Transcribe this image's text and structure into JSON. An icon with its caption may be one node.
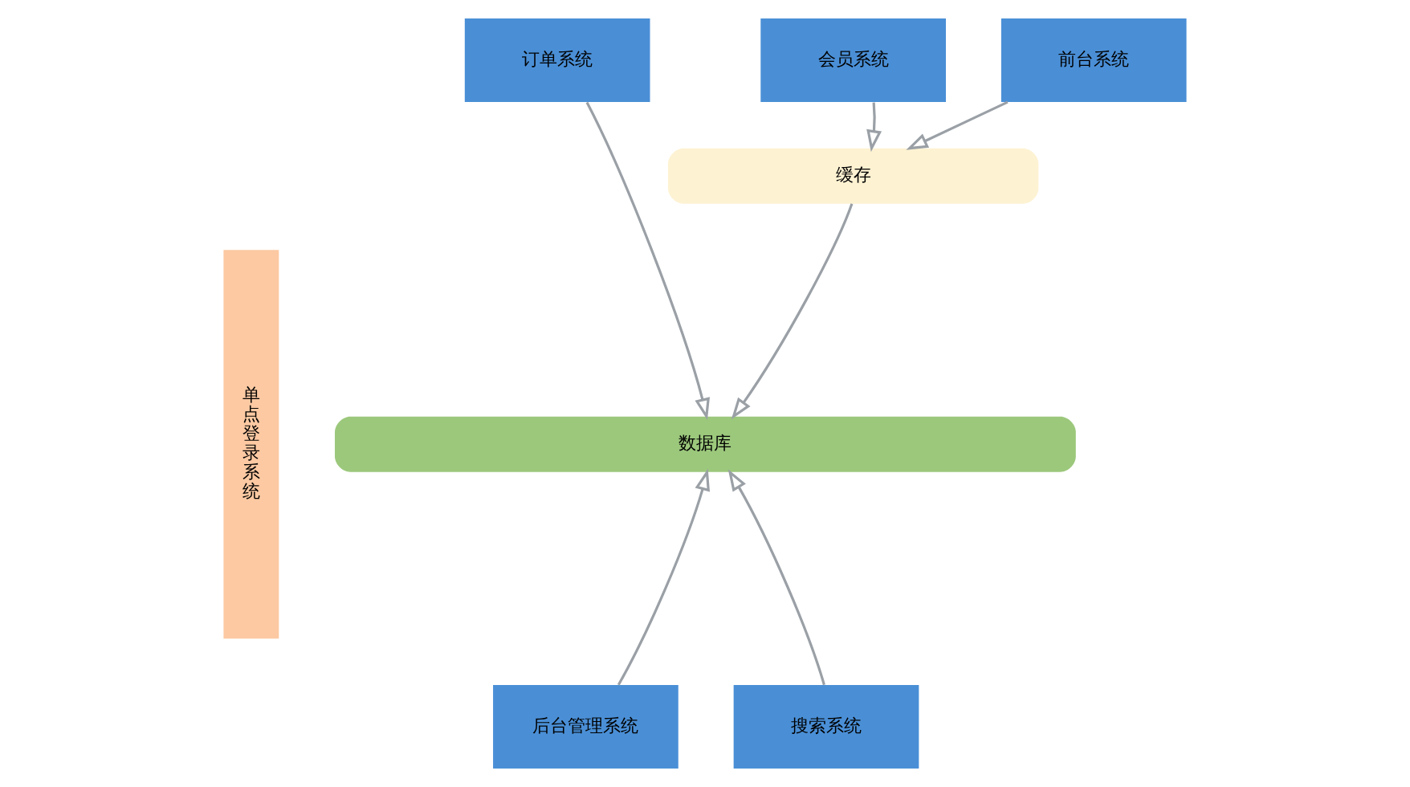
{
  "diagram": {
    "nodes": [
      {
        "text": [
          "单点登录系统"
        ]
      },
      {
        "text": [
          "订单系统"
        ]
      },
      {
        "text": [
          "会员系统"
        ]
      },
      {
        "text": [
          "前台系统"
        ]
      },
      {
        "text": [
          "缓存"
        ]
      },
      {
        "text": [
          "数据库"
        ]
      },
      {
        "text": [
          "后台管理系统"
        ]
      },
      {
        "text": [
          "搜索系统"
        ]
      }
    ],
    "edges": [
      {
        "from": 1,
        "to": 5,
        "arrow": "to"
      },
      {
        "from": 2,
        "to": 4,
        "arrow": "to"
      },
      {
        "from": 3,
        "to": 4,
        "arrow": "to"
      },
      {
        "from": 4,
        "to": 5,
        "arrow": "to"
      },
      {
        "from": 6,
        "to": 5,
        "arrow": "to"
      },
      {
        "from": 7,
        "to": 5,
        "arrow": "to"
      }
    ]
  }
}
